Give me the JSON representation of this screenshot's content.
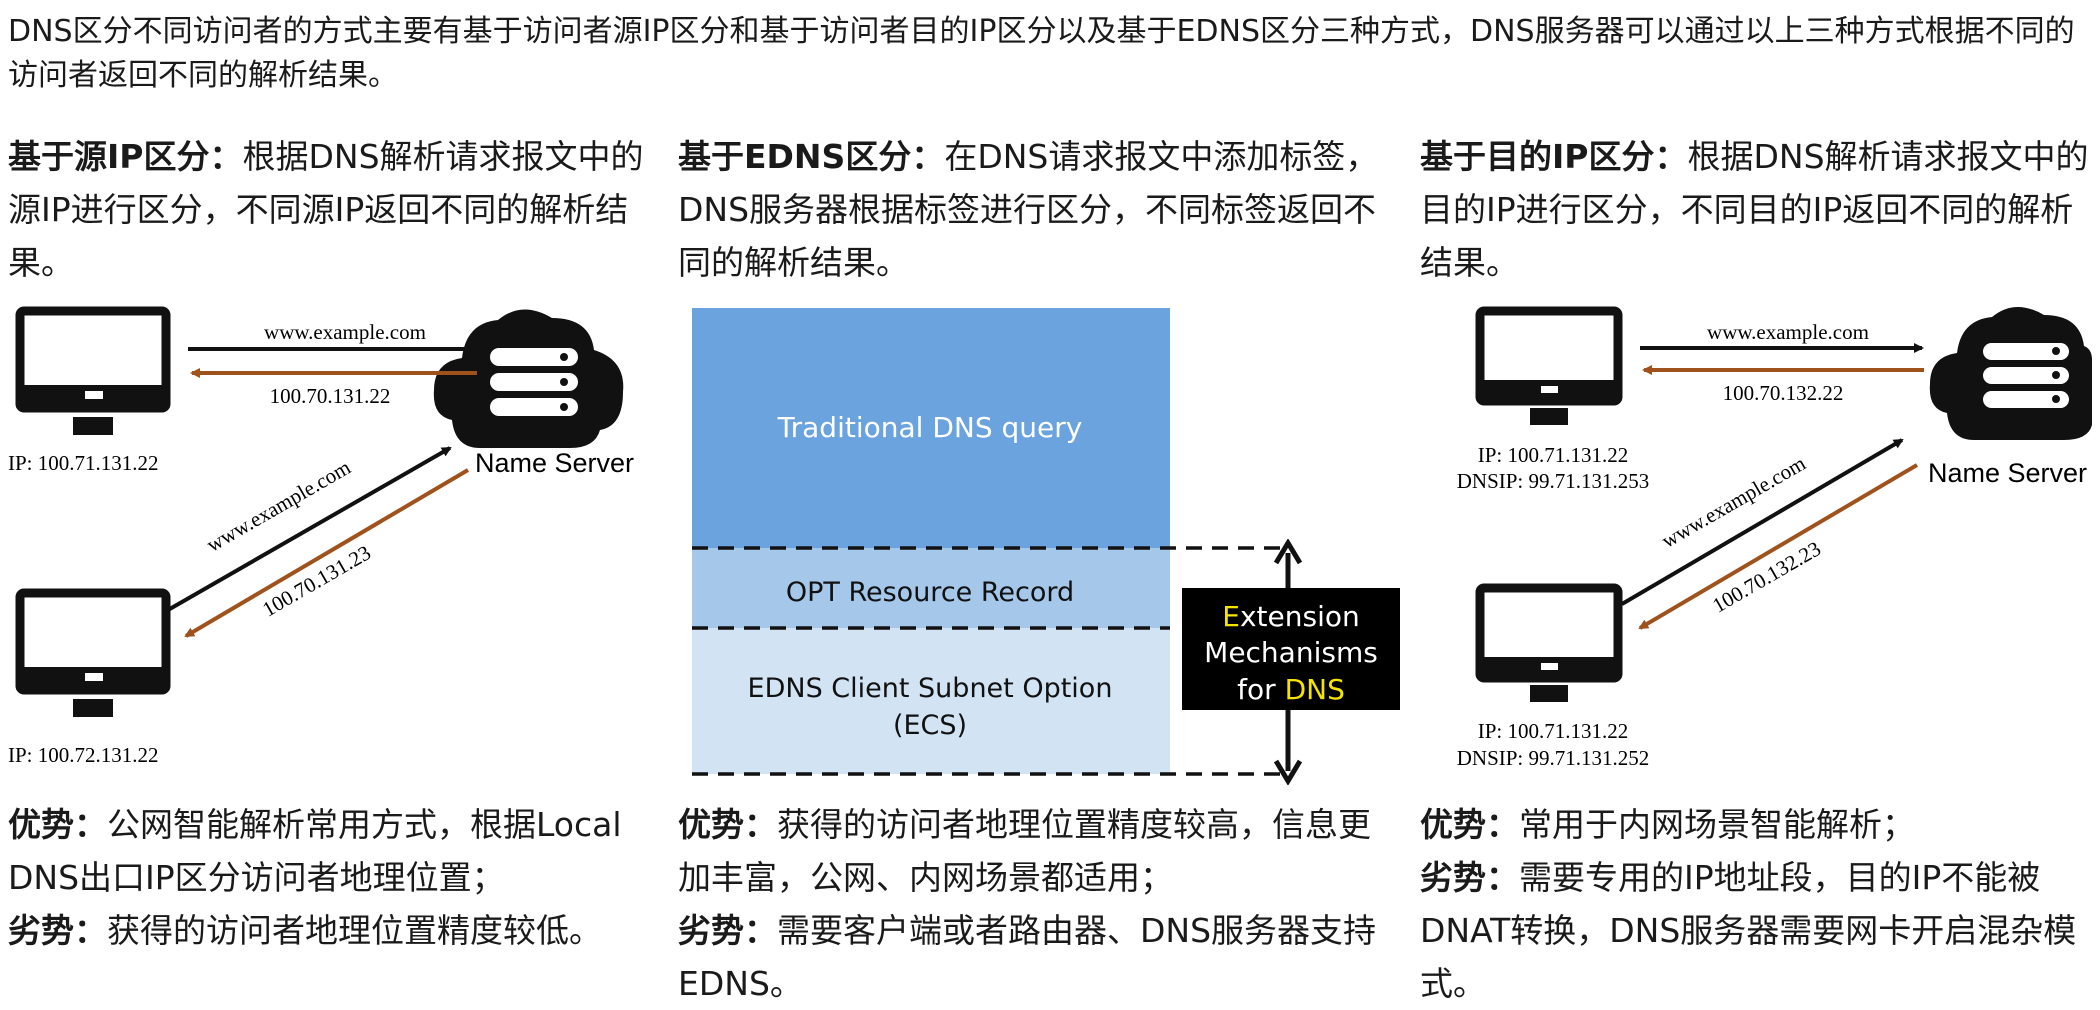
{
  "intro": "DNS区分不同访问者的方式主要有基于访问者源IP区分和基于访问者目的IP区分以及基于EDNS区分三种方式，DNS服务器可以通过以上三种方式根据不同的访问者返回不同的解析结果。",
  "source_ip": {
    "title": "基于源IP区分：",
    "desc": "根据DNS解析请求报文中的源IP进行区分，不同源IP返回不同的解析结果。",
    "diagram": {
      "domain_top": "www.example.com",
      "answer_top": "100.70.131.22",
      "client1_ip": "IP: 100.71.131.22",
      "domain_diag": "www.example.com",
      "answer_diag": "100.70.131.23",
      "client2_ip": "IP: 100.72.131.22",
      "server_label": "Name Server"
    },
    "adv_label": "优势：",
    "adv": "公网智能解析常用方式，根据Local DNS出口IP区分访问者地理位置；",
    "dis_label": "劣势：",
    "dis": "获得的访问者地理位置精度较低。"
  },
  "edns": {
    "title": "基于EDNS区分：",
    "desc": "在DNS请求报文中添加标签，DNS服务器根据标签进行区分，不同标签返回不同的解析结果。",
    "diagram": {
      "block1": "Traditional DNS query",
      "block2": "OPT Resource Record",
      "block3_line1": "EDNS Client Subnet Option",
      "block3_line2": "(ECS)",
      "ext_E": "E",
      "ext_rest": "xtension",
      "ext_line2": "Mechanisms",
      "ext_for": "for ",
      "ext_dns": "DNS"
    },
    "adv_label": "优势：",
    "adv": "获得的访问者地理位置精度较高，信息更加丰富，公网、内网场景都适用；",
    "dis_label": "劣势：",
    "dis": "需要客户端或者路由器、DNS服务器支持EDNS。"
  },
  "dest_ip": {
    "title": "基于目的IP区分：",
    "desc": "根据DNS解析请求报文中的目的IP进行区分，不同目的IP返回不同的解析结果。",
    "diagram": {
      "domain_top": "www.example.com",
      "answer_top": "100.70.132.22",
      "client1_ip": "IP: 100.71.131.22",
      "client1_dnsip": "DNSIP: 99.71.131.253",
      "domain_diag": "www.example.com",
      "answer_diag": "100.70.132.23",
      "client2_ip": "IP: 100.71.131.22",
      "client2_dnsip": "DNSIP: 99.71.131.252",
      "server_label": "Name Server"
    },
    "adv_label": "优势：",
    "adv": "常用于内网场景智能解析；",
    "dis_label": "劣势：",
    "dis": "需要专用的IP地址段，目的IP不能被DNAT转换，DNS服务器需要网卡开启混杂模式。"
  },
  "colors": {
    "request_arrow": "#111111",
    "response_arrow": "#a0521c",
    "block1": "#6aa3dd",
    "block2": "#a4c7ea",
    "block3": "#d2e3f4",
    "ext_highlight": "#f5e400"
  }
}
